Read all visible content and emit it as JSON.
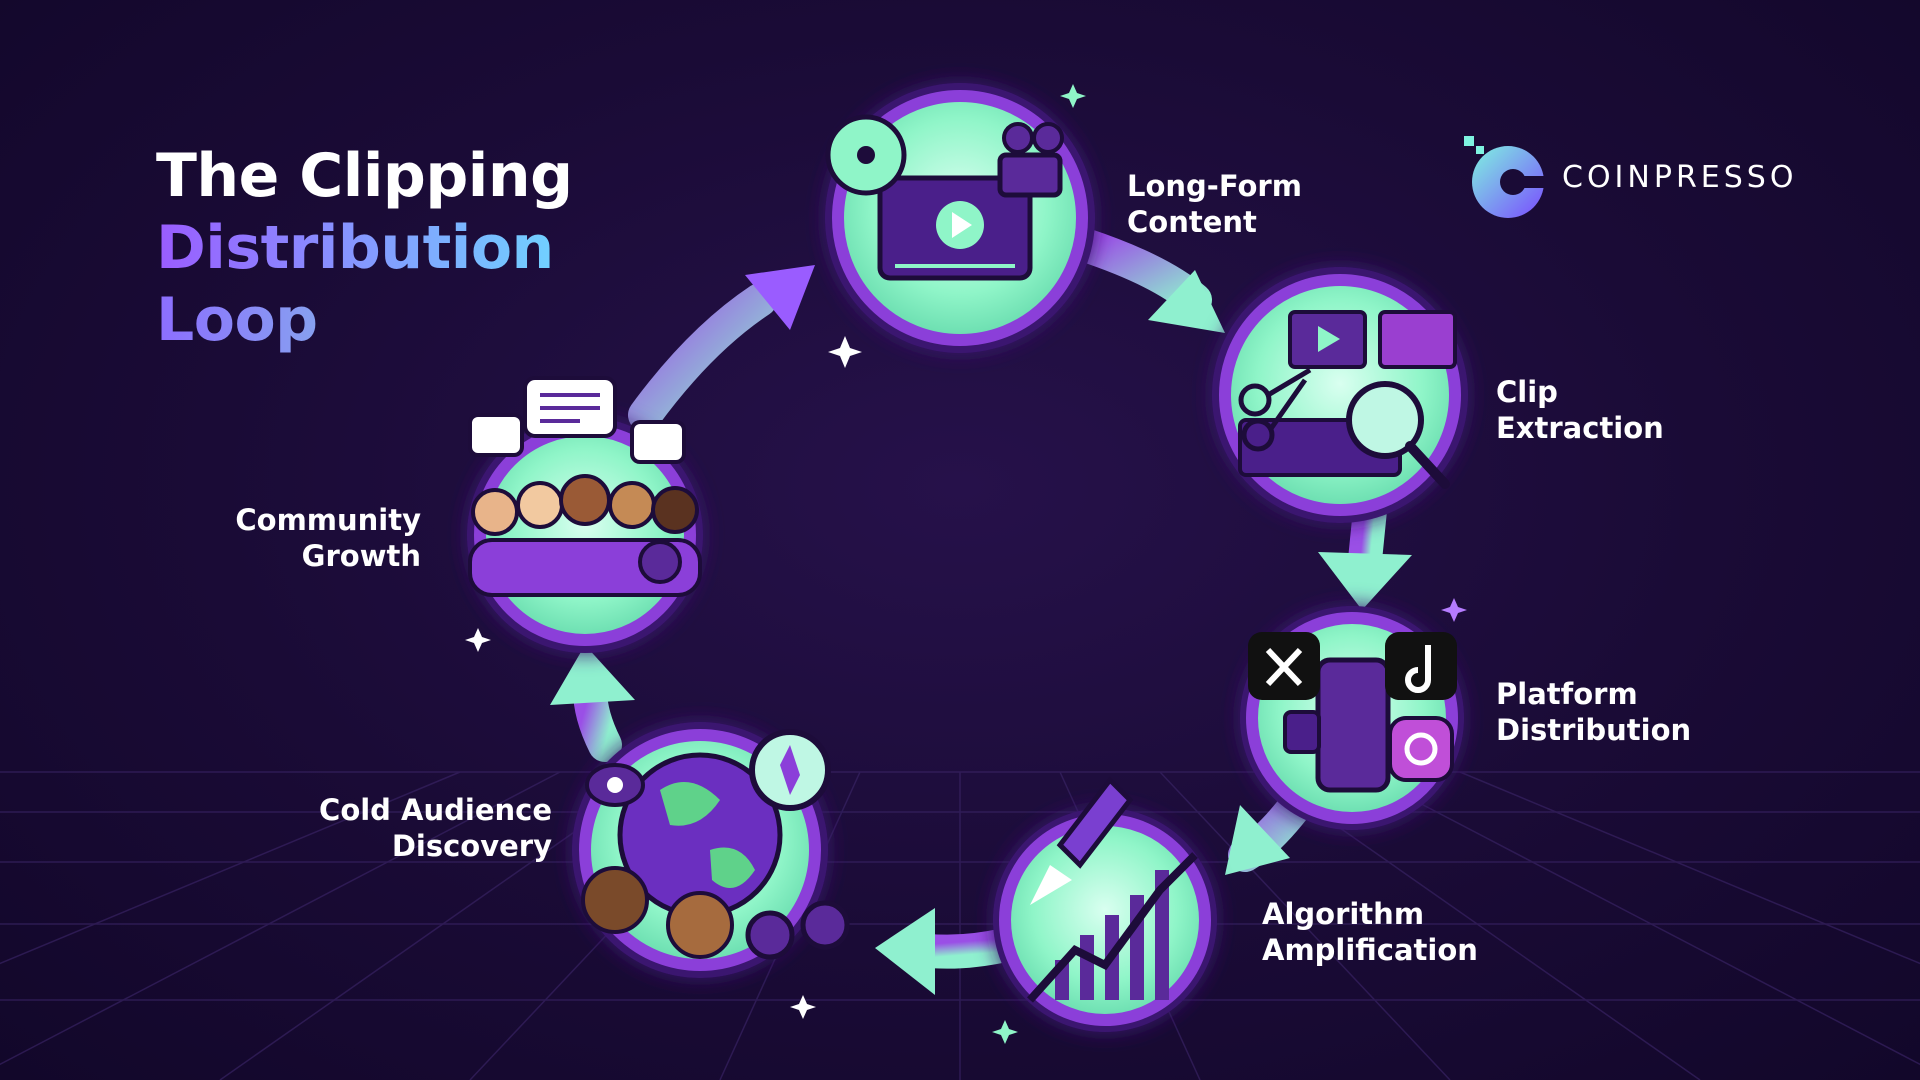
{
  "title": {
    "line1": "The Clipping",
    "line2": "Distribution",
    "line3": "Loop"
  },
  "brand": {
    "name": "COINPRESSO",
    "icon": "coinpresso-logo-icon"
  },
  "colors": {
    "background": "#1a0b36",
    "accent_purple": "#8b3fd9",
    "accent_mint": "#7ff3c4",
    "text": "#ffffff"
  },
  "stages": [
    {
      "id": "long-form-content",
      "line1": "Long-Form",
      "line2": "Content",
      "icon": "video-play-icon"
    },
    {
      "id": "clip-extraction",
      "line1": "Clip",
      "line2": "Extraction",
      "icon": "scissors-film-icon"
    },
    {
      "id": "platform-distribution",
      "line1": "Platform",
      "line2": "Distribution",
      "icon": "social-platforms-icon"
    },
    {
      "id": "algorithm-amplification",
      "line1": "Algorithm",
      "line2": "Amplification",
      "icon": "rocket-chart-icon"
    },
    {
      "id": "cold-audience-discovery",
      "line1": "Cold Audience",
      "line2": "Discovery",
      "icon": "globe-binoculars-icon"
    },
    {
      "id": "community-growth",
      "line1": "Community",
      "line2": "Growth",
      "icon": "people-chat-icon"
    }
  ]
}
